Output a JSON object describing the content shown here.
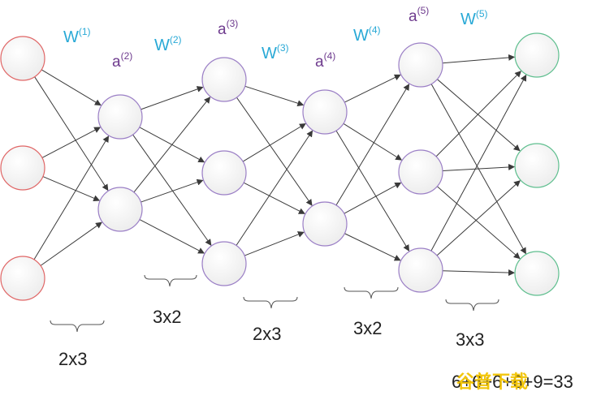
{
  "layers": [
    {
      "id": "input",
      "nodes": 3,
      "stroke": "#e06666"
    },
    {
      "id": "h1",
      "nodes": 2,
      "stroke": "#9b7fc6"
    },
    {
      "id": "h2",
      "nodes": 3,
      "stroke": "#9b7fc6"
    },
    {
      "id": "h3",
      "nodes": 2,
      "stroke": "#9b7fc6"
    },
    {
      "id": "h4",
      "nodes": 3,
      "stroke": "#9b7fc6"
    },
    {
      "id": "output",
      "nodes": 3,
      "stroke": "#5fbf8f"
    }
  ],
  "weight_labels": [
    {
      "base": "W",
      "sup": "(1)"
    },
    {
      "base": "W",
      "sup": "(2)"
    },
    {
      "base": "W",
      "sup": "(3)"
    },
    {
      "base": "W",
      "sup": "(4)"
    },
    {
      "base": "W",
      "sup": "(5)"
    }
  ],
  "activation_labels": [
    {
      "base": "a",
      "sup": "(2)"
    },
    {
      "base": "a",
      "sup": "(3)"
    },
    {
      "base": "a",
      "sup": "(4)"
    },
    {
      "base": "a",
      "sup": "(5)"
    }
  ],
  "dimension_labels": [
    "2x3",
    "3x2",
    "2x3",
    "3x2",
    "3x3"
  ],
  "footer": {
    "formula": "6+6+6+6+9=33",
    "watermark": "谷普下载"
  },
  "colors": {
    "weight_label": "#29a9d6",
    "activation_label": "#6e3b8e",
    "node_fill_top": "#ffffff",
    "node_fill_bottom": "#eeeeee",
    "watermark": "#f2c300"
  }
}
